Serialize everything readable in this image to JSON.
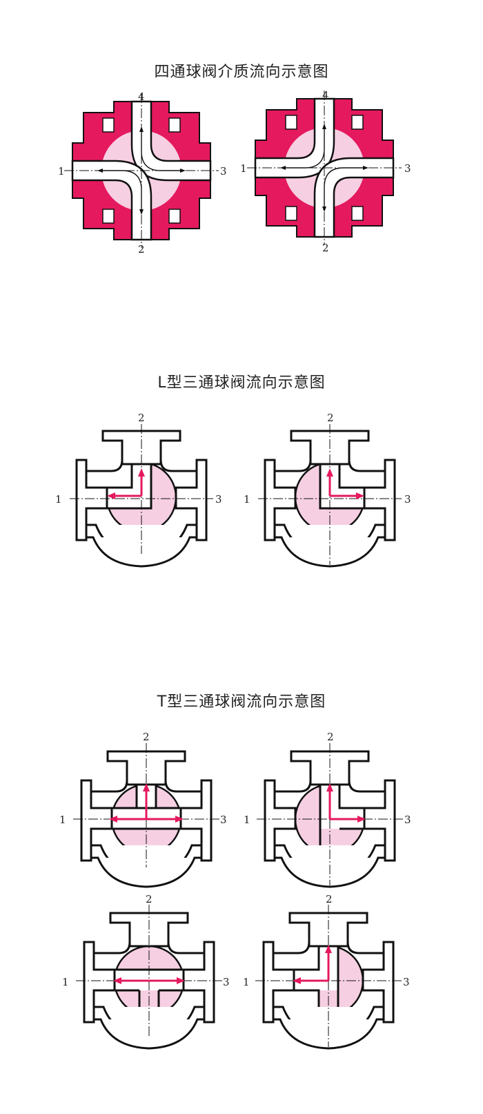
{
  "sections": {
    "four_way": {
      "title": "四通球阀介质流向示意图"
    },
    "l_type": {
      "title": "L型三通球阀流向示意图"
    },
    "t_type": {
      "title": "T型三通球阀流向示意图"
    }
  },
  "port_labels": {
    "p1": "1",
    "p2": "2",
    "p3": "3",
    "p4": "4"
  },
  "colors": {
    "accent": "#e5195e",
    "ball_fill": "#f6cfe2",
    "outline": "#111111"
  }
}
